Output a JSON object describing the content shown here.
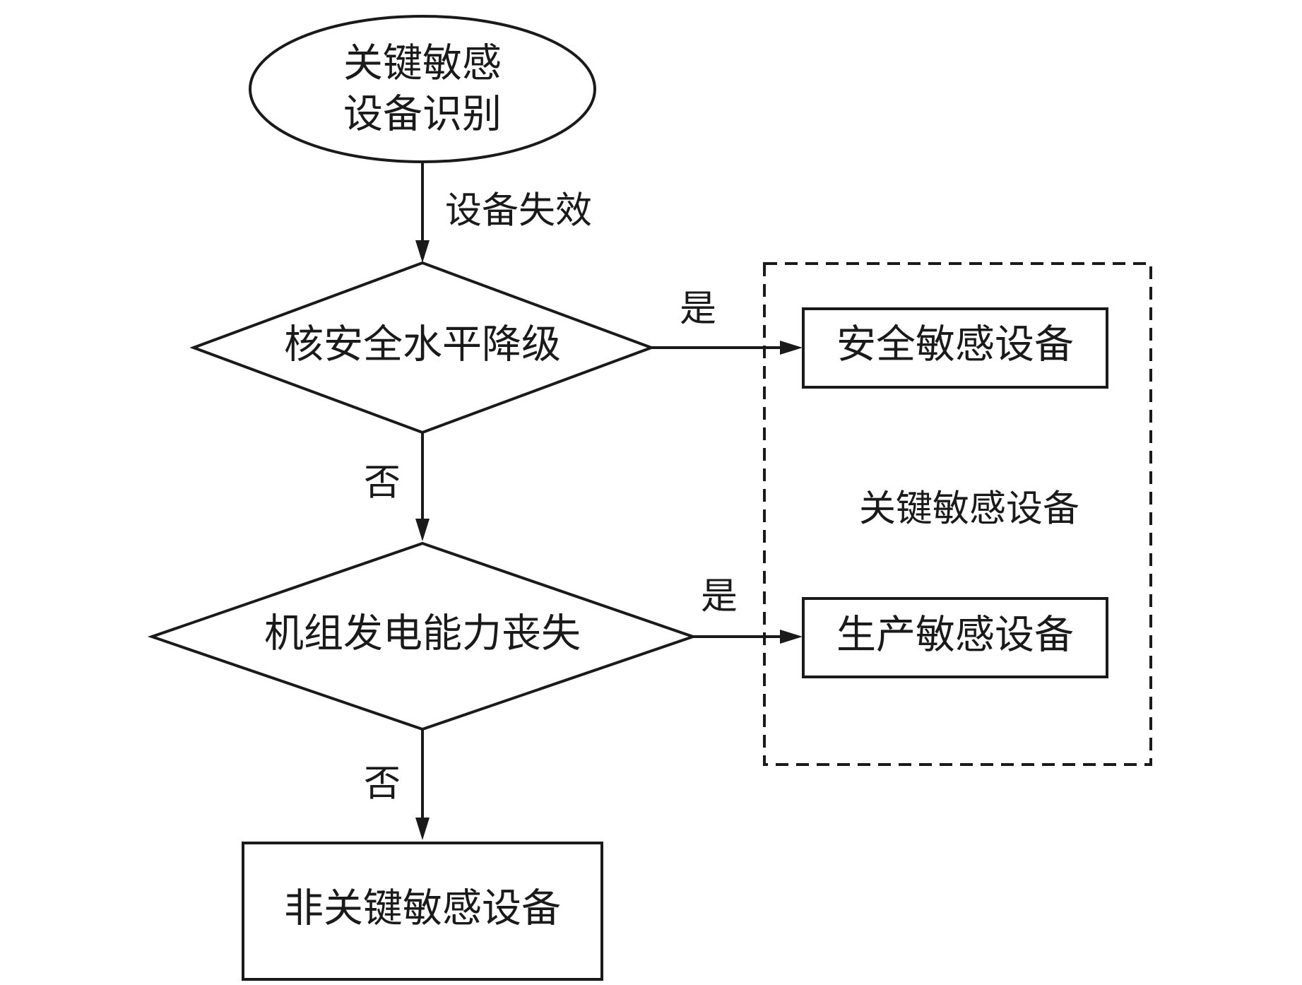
{
  "diagram": {
    "start": {
      "line1": "关键敏感",
      "line2": "设备识别"
    },
    "edge_failure_label": "设备失效",
    "decision_safety": "核安全水平降级",
    "decision_generation": "机组发电能力丧失",
    "yes_label_1": "是",
    "yes_label_2": "是",
    "no_label_1": "否",
    "no_label_2": "否",
    "group": {
      "title": "关键敏感设备",
      "safety_box": "安全敏感设备",
      "production_box": "生产敏感设备"
    },
    "end_box": "非关键敏感设备"
  },
  "colors": {
    "line": "#1a1a1a",
    "background": "#ffffff"
  }
}
